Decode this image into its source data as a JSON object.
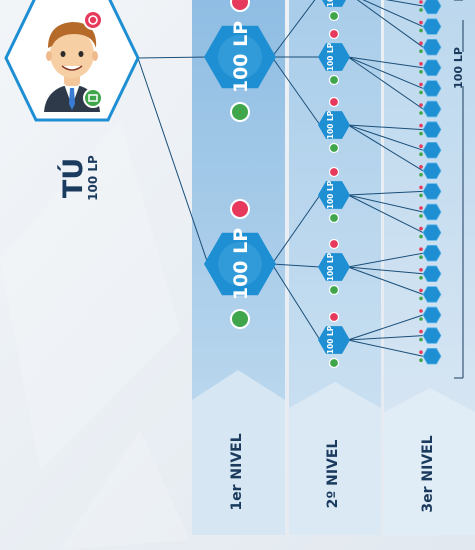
{
  "you": {
    "title": "TÚ",
    "points": "100 LP"
  },
  "levels": [
    {
      "label": "1er NIVEL",
      "node_label": "100 LP"
    },
    {
      "label": "2º NIVEL",
      "node_label": "100 LP"
    },
    {
      "label": "3er NIVEL",
      "node_label": ""
    }
  ],
  "third_level_total": "100 LP",
  "colors": {
    "hex_fill": "#1e8fd3",
    "hex_stroke": "#ffffff",
    "badge_red": "#e6395c",
    "badge_green": "#3fa64b",
    "band1": "#b4d2ea",
    "band2": "#c5dcef",
    "band3": "#d2e4f2",
    "line": "#1a4e78"
  },
  "icons": [
    "refresh-icon",
    "cart-icon",
    "avatar-businessman-icon",
    "person-icon"
  ]
}
